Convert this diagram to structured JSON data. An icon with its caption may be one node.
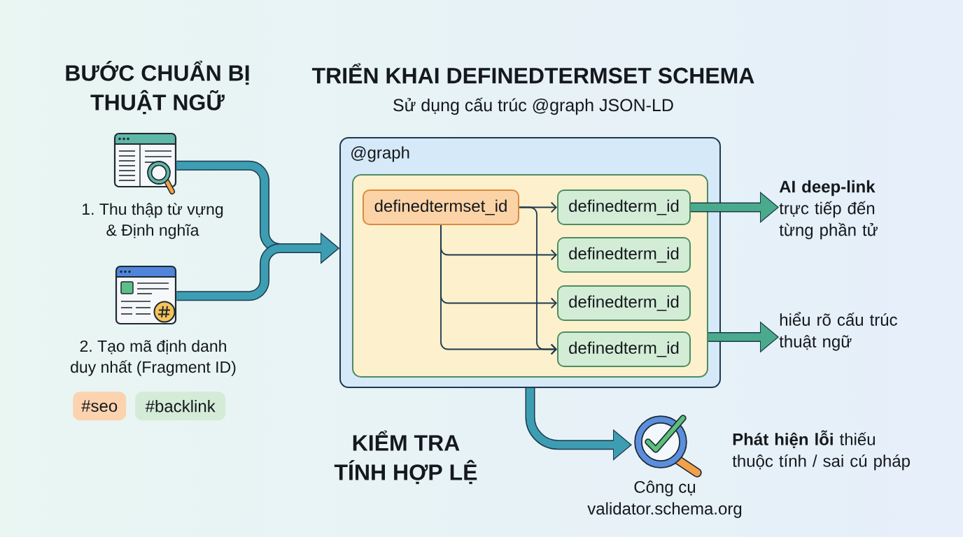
{
  "diagram": {
    "nodes": [
      {
        "text": [],
        "shape": "picture",
        "beside": [
          "1. Thu thập từ vựng & Định nghĩa"
        ]
      },
      {
        "text": [],
        "shape": "picture",
        "beside": [
          "2. Tạo mã định danh duy nhất (Fragment ID)"
        ]
      },
      {
        "text": [
          "#seo"
        ]
      },
      {
        "text": [
          "#backlink"
        ]
      },
      {
        "text": [
          "@graph"
        ]
      },
      {
        "text": [],
        "shape": "box",
        "in": 4
      },
      {
        "text": [
          "definedtermset_id"
        ],
        "in": 5
      },
      {
        "text": [
          "definedterm_id"
        ],
        "in": 5
      },
      {
        "text": [
          "definedterm_id"
        ],
        "in": 5
      },
      {
        "text": [
          "definedterm_id"
        ],
        "in": 5
      },
      {
        "text": [
          "definedterm_id"
        ],
        "in": 5
      },
      {
        "text": [
          "**AI deep-link** trực tiếp đến từng phần tử"
        ]
      },
      {
        "text": [
          "hiểu rõ cấu trúc thuật ngữ"
        ]
      },
      {
        "text": [],
        "shape": "picture",
        "beside": [
          "Công cụ validator.schema.org"
        ]
      }
    ],
    "edges": [
      {
        "from": 0,
        "to": 4,
        "arrow": "to",
        "style": "thick",
        "color": "#3d9db3"
      },
      {
        "from": 1,
        "to": 4,
        "arrow": "to",
        "style": "thick",
        "color": "#3d9db3"
      },
      {
        "from": 6,
        "to": 7,
        "arrow": "to"
      },
      {
        "from": 6,
        "to": 8,
        "arrow": "to"
      },
      {
        "from": 6,
        "to": 9,
        "arrow": "to"
      },
      {
        "from": 6,
        "to": 10,
        "arrow": "to"
      },
      {
        "from": 6,
        "to": 10,
        "arrow": "to"
      },
      {
        "from": 7,
        "to": 11,
        "arrow": "to",
        "style": "thick",
        "color": "#4aab8c"
      },
      {
        "from": 5,
        "to": 12,
        "arrow": "to",
        "style": "thick",
        "color": "#4aab8c"
      },
      {
        "from": 4,
        "to": 13,
        "arrow": "to",
        "style": "thick",
        "color": "#3d9db3"
      }
    ],
    "labels": [
      "BƯỚC CHUẨN BỊ THUẬT NGỮ",
      "TRIỂN KHAI DEFINEDTERMSET SCHEMA",
      "Sử dụng cấu trúc @graph JSON-LD",
      "KIỂM TRA TÍNH HỢP LỆ",
      "**Phát hiện lỗi** thiếu thuộc tính / sai cú pháp"
    ]
  }
}
